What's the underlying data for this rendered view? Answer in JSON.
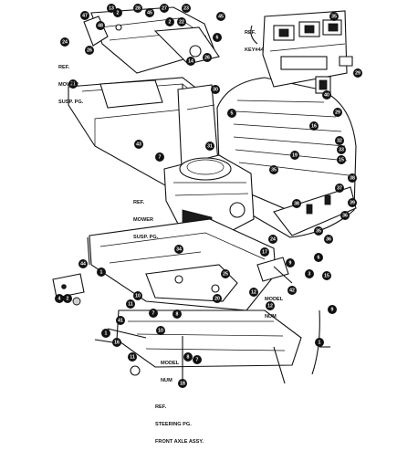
{
  "references": {
    "mower_top": [
      "REF.",
      "MOWER",
      "SUSP. PG."
    ],
    "mower_mid": [
      "REF.",
      "MOWER",
      "SUSP. PG."
    ],
    "key": [
      "REF.",
      "KEY#44"
    ],
    "steering": [
      "REF.",
      "STEERING PG.",
      "FRONT AXLE ASSY."
    ],
    "model_a": [
      "MODEL",
      "NUM"
    ],
    "model_b": [
      "MODEL",
      "NUM"
    ]
  },
  "callouts": [
    "47",
    "13",
    "28",
    "27",
    "23",
    "22",
    "45",
    "48",
    "2",
    "2",
    "24",
    "26",
    "6",
    "21",
    "14",
    "26",
    "45",
    "35",
    "29",
    "40",
    "29",
    "19",
    "35",
    "7",
    "43",
    "5",
    "31",
    "30",
    "16",
    "32",
    "33",
    "15",
    "38",
    "39",
    "36",
    "35",
    "37",
    "38",
    "36",
    "1",
    "34",
    "25",
    "17",
    "2",
    "4",
    "44",
    "12",
    "3",
    "6",
    "15",
    "10",
    "11",
    "42",
    "41",
    "9",
    "7",
    "11",
    "8",
    "16",
    "10",
    "18",
    "7",
    "1",
    "9",
    "1",
    "20",
    "8",
    "24",
    "12"
  ]
}
